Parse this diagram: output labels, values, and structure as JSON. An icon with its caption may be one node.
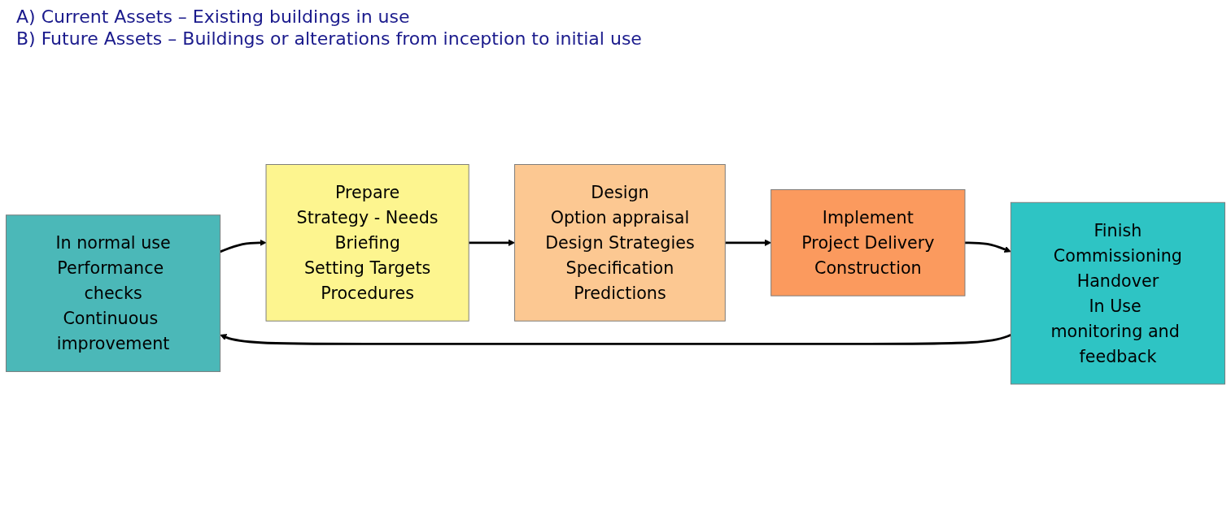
{
  "diagram": {
    "nodes": [
      {
        "text": [
          "In normal use",
          "Performance checks",
          "Continuous improvement"
        ]
      },
      {
        "text": [
          "Prepare",
          "Strategy - Needs",
          "Briefing",
          "Setting Targets",
          "Procedures"
        ]
      },
      {
        "text": [
          "Design",
          "Option appraisal",
          "Design Strategies",
          "Specification",
          "Predictions"
        ]
      },
      {
        "text": [
          "Implement",
          "Project Delivery",
          "Construction"
        ]
      },
      {
        "text": [
          "Finish",
          "Commissioning",
          "Handover",
          "In Use monitoring and feedback"
        ]
      }
    ],
    "edges": [
      {
        "from": 0,
        "to": 1,
        "arrow": "to"
      },
      {
        "from": 1,
        "to": 2,
        "arrow": "to"
      },
      {
        "from": 2,
        "to": 3,
        "arrow": "to"
      },
      {
        "from": 3,
        "to": 4,
        "arrow": "to"
      },
      {
        "from": 4,
        "to": 0,
        "arrow": "to"
      }
    ],
    "labels": [
      "A) Current Assets – Existing buildings in use",
      "B) Future Assets – Buildings or alterations from inception to initial use"
    ]
  }
}
